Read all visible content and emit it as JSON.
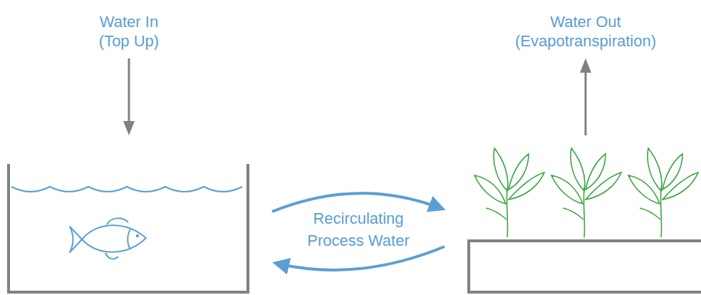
{
  "diagram": {
    "labels": [
      "Water In (Top Up)",
      "Water Out (Evapotranspiration)",
      "Recirculating Process Water"
    ]
  }
}
